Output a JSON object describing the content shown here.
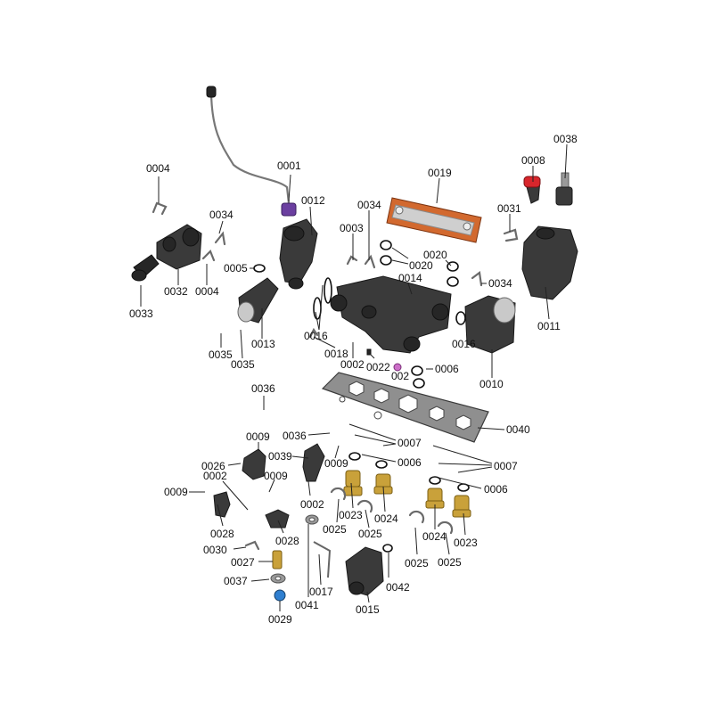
{
  "diagram": {
    "labels": [
      {
        "id": "l1",
        "text": "0004"
      },
      {
        "id": "l2",
        "text": "0001"
      },
      {
        "id": "l3",
        "text": "0012"
      },
      {
        "id": "l4",
        "text": "0034"
      },
      {
        "id": "l5",
        "text": "0034"
      },
      {
        "id": "l6",
        "text": "0003"
      },
      {
        "id": "l7",
        "text": "0019"
      },
      {
        "id": "l8",
        "text": "0008"
      },
      {
        "id": "l9",
        "text": "0038"
      },
      {
        "id": "l10",
        "text": "0031"
      },
      {
        "id": "l11",
        "text": "0020"
      },
      {
        "id": "l12",
        "text": "0020"
      },
      {
        "id": "l13",
        "text": "0034"
      },
      {
        "id": "l14",
        "text": "0005"
      },
      {
        "id": "l15",
        "text": "0032"
      },
      {
        "id": "l16",
        "text": "0004"
      },
      {
        "id": "l17",
        "text": "0014"
      },
      {
        "id": "l18",
        "text": "0033"
      },
      {
        "id": "l19",
        "text": "0013"
      },
      {
        "id": "l20",
        "text": "0016"
      },
      {
        "id": "l21",
        "text": "0011"
      },
      {
        "id": "l22",
        "text": "0016"
      },
      {
        "id": "l23",
        "text": "0035"
      },
      {
        "id": "l24",
        "text": "0035"
      },
      {
        "id": "l25",
        "text": "0018"
      },
      {
        "id": "l26",
        "text": "0002"
      },
      {
        "id": "l27",
        "text": "0022"
      },
      {
        "id": "l28",
        "text": "002"
      },
      {
        "id": "l29",
        "text": "0006"
      },
      {
        "id": "l30",
        "text": "0010"
      },
      {
        "id": "l31",
        "text": "0036"
      },
      {
        "id": "l32",
        "text": "0040"
      },
      {
        "id": "l33",
        "text": "0009"
      },
      {
        "id": "l34",
        "text": "0036"
      },
      {
        "id": "l35",
        "text": "0007"
      },
      {
        "id": "l36",
        "text": "0039"
      },
      {
        "id": "l37",
        "text": "0006"
      },
      {
        "id": "l38",
        "text": "0007"
      },
      {
        "id": "l39",
        "text": "0026"
      },
      {
        "id": "l40",
        "text": "0009"
      },
      {
        "id": "l41",
        "text": "0002"
      },
      {
        "id": "l42",
        "text": "0009"
      },
      {
        "id": "l43",
        "text": "0009"
      },
      {
        "id": "l44",
        "text": "0006"
      },
      {
        "id": "l45",
        "text": "0002"
      },
      {
        "id": "l46",
        "text": "0023"
      },
      {
        "id": "l47",
        "text": "0024"
      },
      {
        "id": "l48",
        "text": "0028"
      },
      {
        "id": "l49",
        "text": "0025"
      },
      {
        "id": "l50",
        "text": "0025"
      },
      {
        "id": "l51",
        "text": "0024"
      },
      {
        "id": "l52",
        "text": "0023"
      },
      {
        "id": "l53",
        "text": "0028"
      },
      {
        "id": "l54",
        "text": "0030"
      },
      {
        "id": "l55",
        "text": "0025"
      },
      {
        "id": "l56",
        "text": "0025"
      },
      {
        "id": "l57",
        "text": "0027"
      },
      {
        "id": "l58",
        "text": "0037"
      },
      {
        "id": "l59",
        "text": "0017"
      },
      {
        "id": "l60",
        "text": "0042"
      },
      {
        "id": "l61",
        "text": "0041"
      },
      {
        "id": "l62",
        "text": "0015"
      },
      {
        "id": "l63",
        "text": "0029"
      }
    ],
    "colors": {
      "plate_heat_exchanger": "#d2692f",
      "pressure_relief_cap": "#d8262c",
      "sensor_head": "#6b3fa0",
      "drain_cap": "#2f7fd0",
      "brass_fittings": "#c9a13a",
      "body_parts": "#3a3a3a"
    }
  }
}
